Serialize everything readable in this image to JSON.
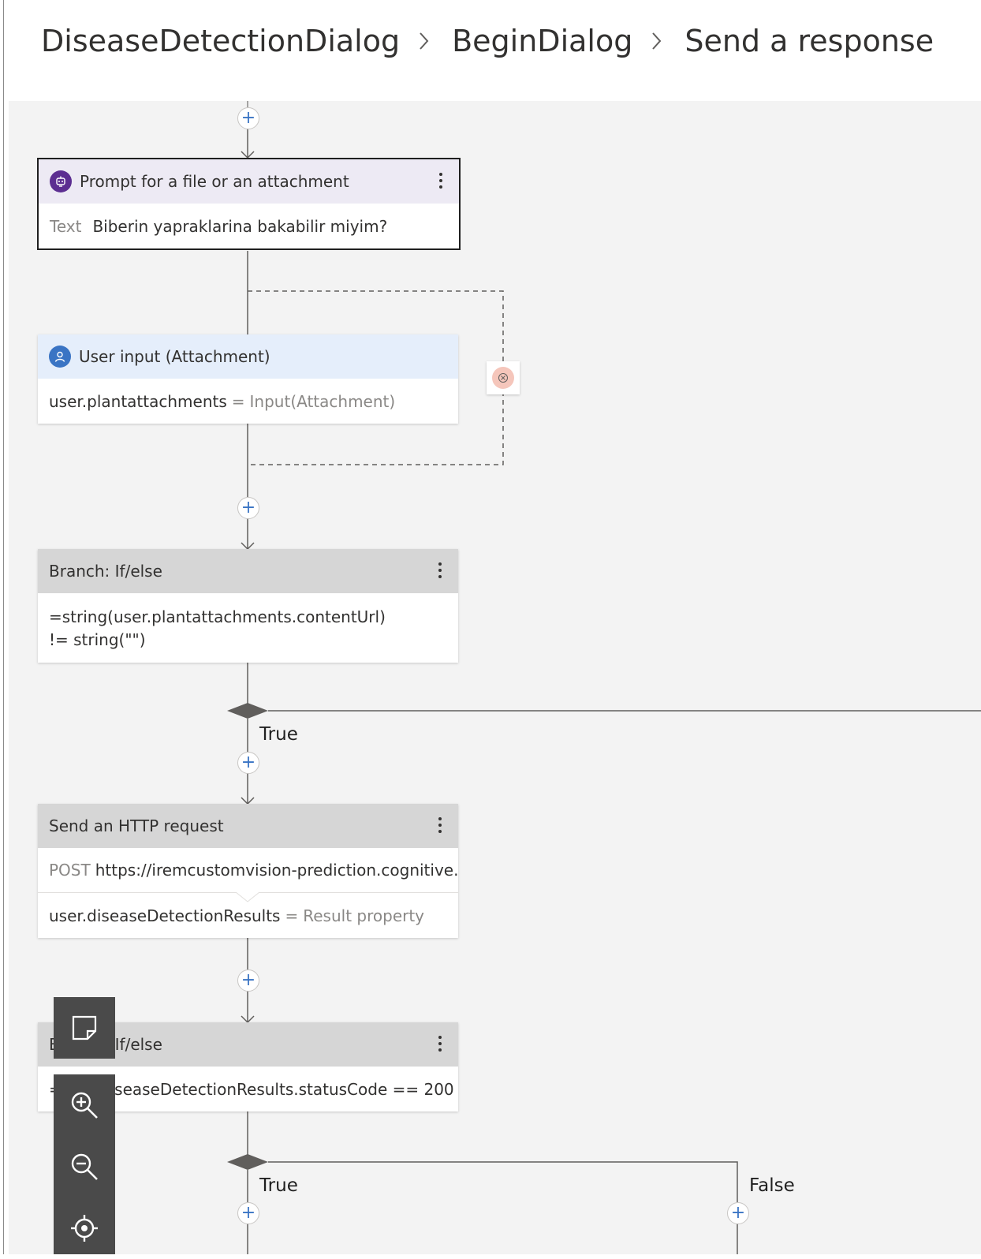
{
  "breadcrumb": {
    "items": [
      "DiseaseDetectionDialog",
      "BeginDialog",
      "Send a response"
    ]
  },
  "nodes": {
    "prompt": {
      "title": "Prompt for a file or an attachment",
      "field_label": "Text",
      "field_value": "Biberin yapraklarina bakabilir miyim?"
    },
    "user_input": {
      "title": "User input (Attachment)",
      "property": "user.plantattachments",
      "equals": "=",
      "value": "Input(Attachment)"
    },
    "branch1": {
      "title": "Branch: If/else",
      "condition": "=string(user.plantattachments.contentUrl) != string(\"\")"
    },
    "http": {
      "title": "Send an HTTP request",
      "method": "POST",
      "url": "https://iremcustomvision-prediction.cognitive...",
      "result_property": "user.diseaseDetectionResults",
      "equals": "=",
      "result_label": "Result property"
    },
    "branch2": {
      "title": "Branch: If/else",
      "condition": "=user.diseaseDetectionResults.statusCode == 200"
    }
  },
  "labels": {
    "true1": "True",
    "true2": "True",
    "false2": "False",
    "plus": "+"
  },
  "colors": {
    "prompt_badge": "#5c2e91",
    "input_badge": "#3a74c4",
    "plus_accent": "#3a74c4",
    "error_badge": "#f5c6bb"
  },
  "toolbar": {
    "icons": [
      "minimap-icon",
      "zoom-in-icon",
      "zoom-out-icon",
      "recenter-icon"
    ]
  }
}
